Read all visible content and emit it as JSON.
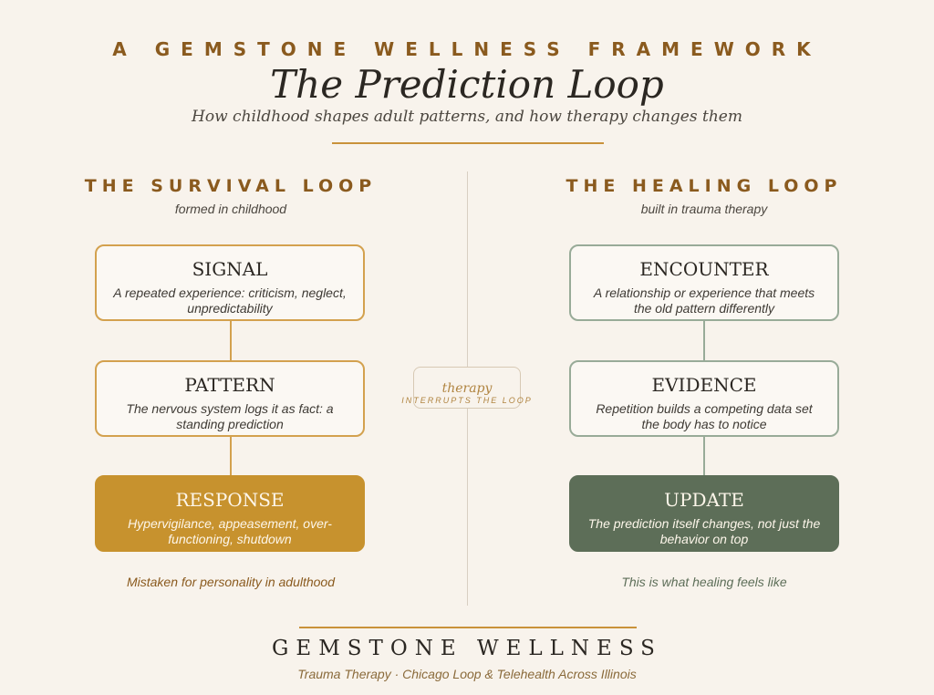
{
  "header": {
    "kicker": "A GEMSTONE WELLNESS FRAMEWORK",
    "title": "The Prediction Loop",
    "subtitle": "How childhood shapes adult patterns, and how therapy changes them"
  },
  "survival": {
    "heading": "THE SURVIVAL LOOP",
    "subheading": "formed in childhood",
    "steps": [
      {
        "title": "SIGNAL",
        "desc": "A repeated experience: criticism, neglect, unpredictability"
      },
      {
        "title": "PATTERN",
        "desc": "The nervous system logs it as fact: a standing prediction"
      },
      {
        "title": "RESPONSE",
        "desc": "Hypervigilance, appeasement, over-functioning, shutdown"
      }
    ],
    "note": "Mistaken for personality in adulthood"
  },
  "healing": {
    "heading": "THE HEALING LOOP",
    "subheading": "built in trauma therapy",
    "steps": [
      {
        "title": "ENCOUNTER",
        "desc": "A relationship or experience that meets the old pattern differently"
      },
      {
        "title": "EVIDENCE",
        "desc": "Repetition builds a competing data set the body has to notice"
      },
      {
        "title": "UPDATE",
        "desc": "The prediction itself changes, not just the behavior on top"
      }
    ],
    "note": "This is what healing feels like"
  },
  "bridge": {
    "word": "therapy",
    "caption": "INTERRUPTS THE LOOP"
  },
  "footer": {
    "brand": "GEMSTONE WELLNESS",
    "tagline": "Trauma Therapy · Chicago Loop & Telehealth Across Illinois"
  },
  "colors": {
    "amber": "#c7922e",
    "sage": "#5d6e58",
    "background": "#f8f3ec"
  }
}
